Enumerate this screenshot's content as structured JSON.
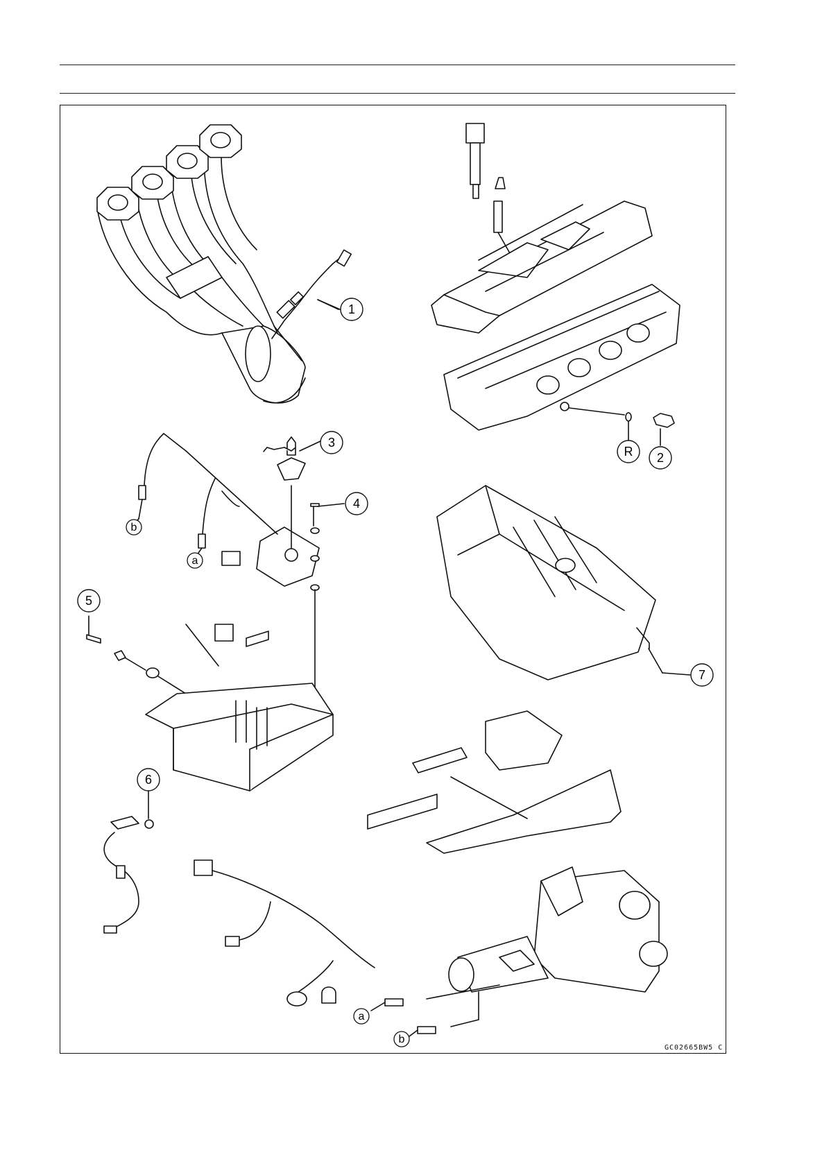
{
  "callouts": {
    "c1": "1",
    "c2": "2",
    "c3": "3",
    "c4": "4",
    "c5": "5",
    "c6": "6",
    "c7": "7",
    "cR": "R"
  },
  "letters": {
    "a_top": "a",
    "b_top": "b",
    "a_bottom": "a",
    "b_bottom": "b"
  },
  "figure_code": "GC02665BW5 C",
  "colors": {
    "line": "#111111",
    "fill": "#ffffff",
    "shade": "#e6e6e6"
  }
}
